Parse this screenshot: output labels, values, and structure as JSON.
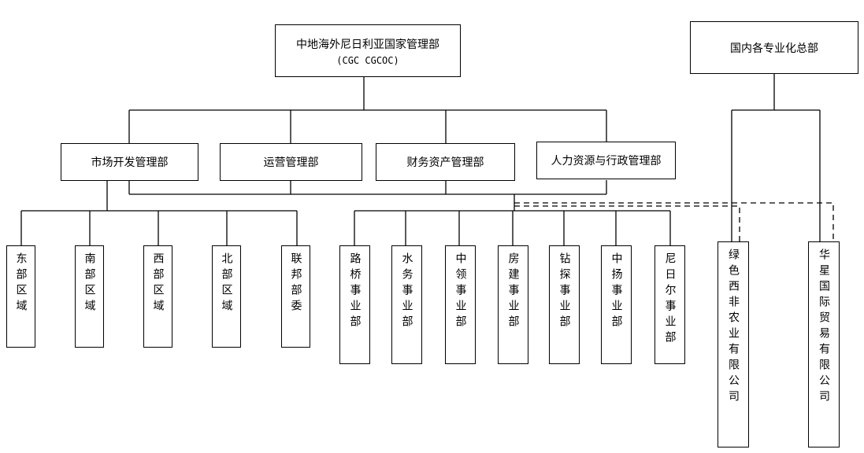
{
  "top": {
    "title": "中地海外尼日利亚国家管理部",
    "subtitle": "(CGC  CGCOC)"
  },
  "domestic": "国内各专业化总部",
  "departments": [
    "市场开发管理部",
    "运营管理部",
    "财务资产管理部",
    "人力资源与行政管理部"
  ],
  "regions": [
    "东部区域",
    "南部区域",
    "西部区域",
    "北部区域",
    "联邦部委"
  ],
  "business_units": [
    "路桥事业部",
    "水务事业部",
    "中领事业部",
    "房建事业部",
    "钻探事业部",
    "中扬事业部",
    "尼日尔事业部"
  ],
  "companies": [
    "绿色西非农业有限公司",
    "华星国际贸易有限公司"
  ]
}
